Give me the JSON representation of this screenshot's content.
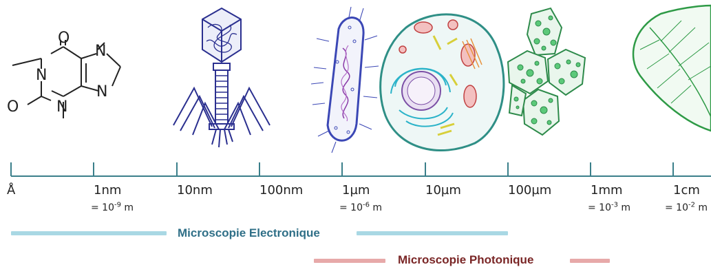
{
  "colors": {
    "axis": "#3a7f8a",
    "electron_bar": "#a9d8e4",
    "electron_text": "#2f6f87",
    "photon_bar": "#e7a9a9",
    "photon_text": "#7a2626",
    "molecule": "#222222",
    "virus": "#2a2f8f",
    "bacterium": "#3b47b5",
    "cell": "#2f8f86",
    "plant_cell": "#2d8a4a",
    "leaf": "#2e9a46"
  },
  "scale": {
    "ticks": [
      {
        "label": "Å"
      },
      {
        "label": "1nm",
        "exponent_base": "= 10",
        "exponent": "-9",
        "unit": " m"
      },
      {
        "label": "10nm"
      },
      {
        "label": "100nm"
      },
      {
        "label": "1µm",
        "exponent_base": "= 10",
        "exponent": "-6",
        "unit": " m"
      },
      {
        "label": "10µm"
      },
      {
        "label": "100µm"
      },
      {
        "label": "1mm",
        "exponent_base": "= 10",
        "exponent": "-3",
        "unit": " m"
      },
      {
        "label": "1cm",
        "exponent_base": "= 10",
        "exponent": "-2",
        "unit": " m"
      }
    ]
  },
  "molecule_atoms": [
    "O",
    "N",
    "N",
    "O",
    "N",
    "N"
  ],
  "ranges": {
    "electron": {
      "label": "Microscopie Electronique"
    },
    "photon": {
      "label": "Microscopie Photonique"
    }
  },
  "icons": [
    "caffeine-molecule-icon",
    "bacteriophage-virus-icon",
    "bacterium-icon",
    "animal-cell-icon",
    "plant-cells-icon",
    "leaf-icon"
  ]
}
